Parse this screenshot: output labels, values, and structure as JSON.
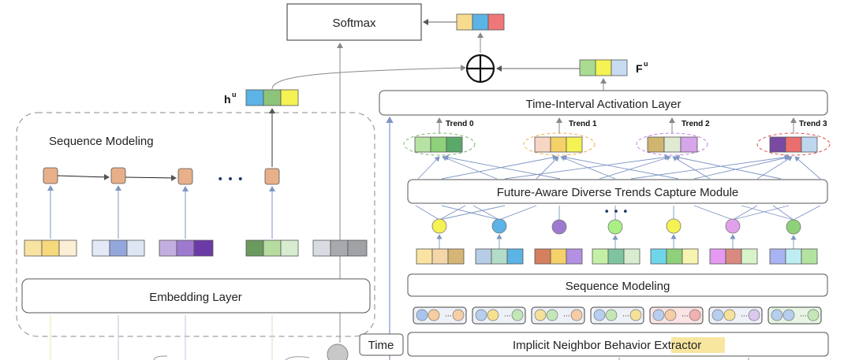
{
  "softmax_label": "Softmax",
  "hu_label": "h",
  "hu_sup": "u",
  "fu_label": "F",
  "fu_sup": "u",
  "time_interval_label": "Time-Interval Activation Layer",
  "trends": [
    "Trend 0",
    "Trend 1",
    "Trend 2",
    "Trend 3"
  ],
  "future_aware_label": "Future-Aware Diverse Trends Capture Module",
  "sequence_modeling_left": "Sequence Modeling",
  "sequence_modeling_right": "Sequence Modeling",
  "embedding_label": "Embedding Layer",
  "time_label": "Time",
  "implicit_prefix": "Implicit Neighbor Behavior ",
  "implicit_highlight": "Extractor",
  "ellipsis_h": "• • •",
  "ellipsis_mid": "• • •",
  "colors": {
    "box_stroke": "#555555",
    "arrow": "#8aa0c8",
    "dark_arrow": "#555555",
    "node_orange": "#e8b08a",
    "highlight": "#f8e6a0"
  }
}
